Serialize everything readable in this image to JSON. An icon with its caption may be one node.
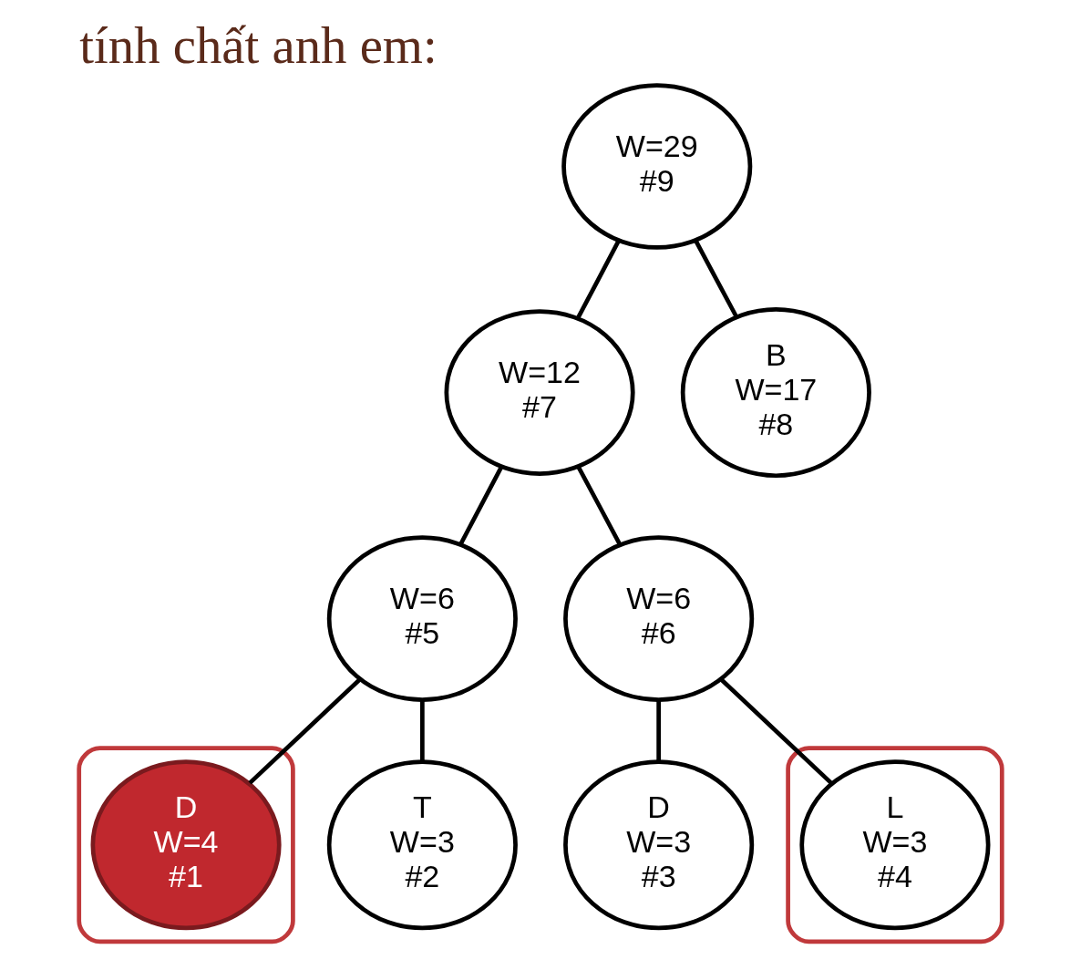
{
  "diagram": {
    "title": "tính chất anh em:",
    "nodes": [
      {
        "text": [
          "W=29",
          "#9"
        ]
      },
      {
        "text": [
          "W=12",
          "#7"
        ]
      },
      {
        "text": [
          "B",
          "W=17",
          "#8"
        ]
      },
      {
        "text": [
          "W=6",
          "#5"
        ]
      },
      {
        "text": [
          "W=6",
          "#6"
        ]
      },
      {
        "text": [],
        "shape": "box"
      },
      {
        "text": [
          "D",
          "W=4",
          "#1"
        ],
        "in": 5
      },
      {
        "text": [
          "T",
          "W=3",
          "#2"
        ]
      },
      {
        "text": [
          "D",
          "W=3",
          "#3"
        ]
      },
      {
        "text": [],
        "shape": "box"
      },
      {
        "text": [
          "L",
          "W=3",
          "#4"
        ],
        "in": 9
      }
    ],
    "edges": [
      {
        "from": 0,
        "to": 1,
        "arrow": "none"
      },
      {
        "from": 0,
        "to": 2,
        "arrow": "none"
      },
      {
        "from": 1,
        "to": 3,
        "arrow": "none"
      },
      {
        "from": 1,
        "to": 4,
        "arrow": "none"
      },
      {
        "from": 3,
        "to": 6,
        "arrow": "none"
      },
      {
        "from": 3,
        "to": 7,
        "arrow": "none"
      },
      {
        "from": 4,
        "to": 8,
        "arrow": "none"
      },
      {
        "from": 4,
        "to": 10,
        "arrow": "none"
      }
    ]
  }
}
